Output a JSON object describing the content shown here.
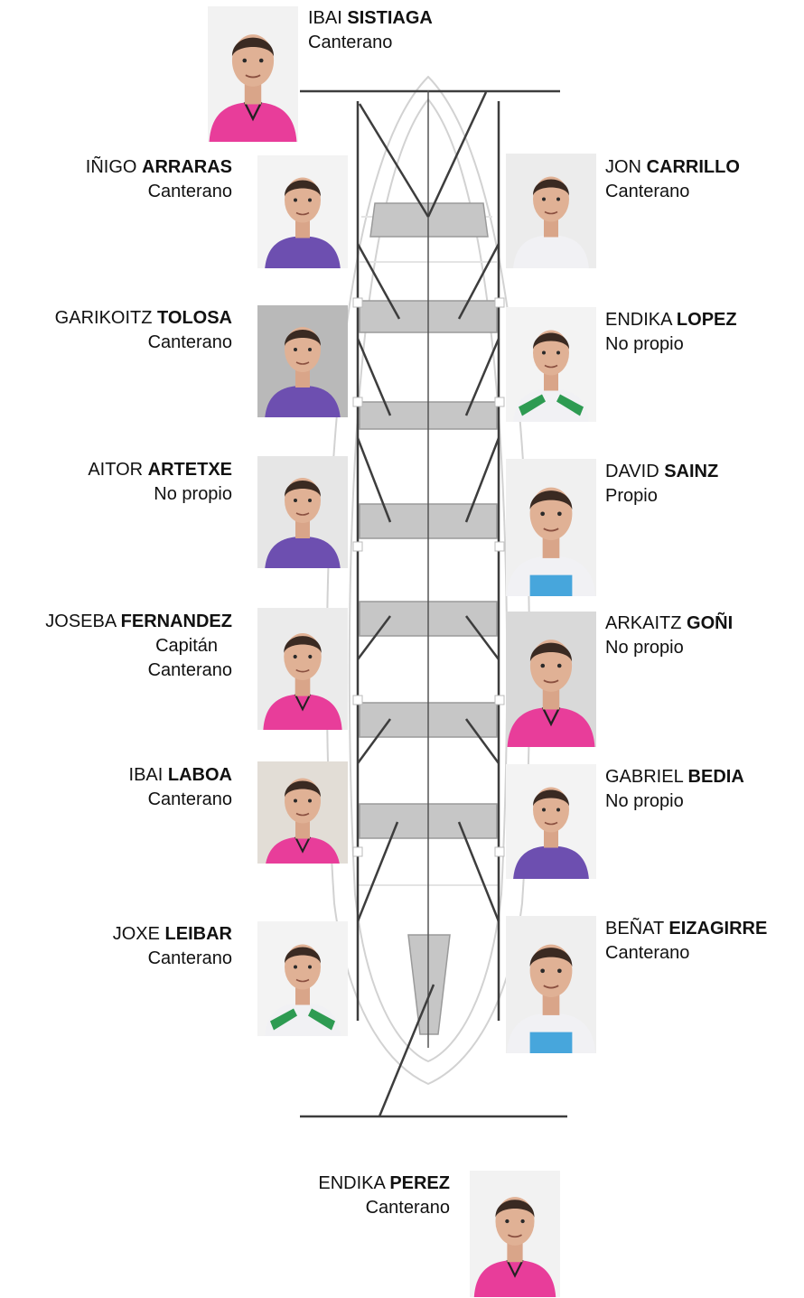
{
  "colors": {
    "jersey_pink": "#e83d9a",
    "jersey_purple": "#6d4fb0",
    "jersey_white": "#f1f1f4",
    "jersey_green": "#2e9b52",
    "jersey_blue": "#47a6dc",
    "seat_gray": "#bdbdbd",
    "rail_dark": "#3d3d3d"
  },
  "crew": {
    "patron": {
      "first": "IBAI",
      "last": "SISTIAGA",
      "lines": [
        "Canterano"
      ],
      "jersey": "pink",
      "photo_bg": "#f2f2f2"
    },
    "r1_left": {
      "first": "IÑIGO",
      "last": "ARRARAS",
      "lines": [
        "Canterano"
      ],
      "jersey": "purple",
      "photo_bg": "#f3f3f3"
    },
    "r1_right": {
      "first": "JON",
      "last": "CARRILLO",
      "lines": [
        "Canterano"
      ],
      "jersey": "white",
      "photo_bg": "#ececec"
    },
    "r2_left": {
      "first": "GARIKOITZ",
      "last": "TOLOSA",
      "lines": [
        "Canterano"
      ],
      "jersey": "purple",
      "photo_bg": "#b9b9b9"
    },
    "r2_right": {
      "first": "ENDIKA",
      "last": "LOPEZ",
      "lines": [
        "No propio"
      ],
      "jersey": "green",
      "photo_bg": "#f3f3f3"
    },
    "r3_left": {
      "first": "AITOR",
      "last": "ARTETXE",
      "lines": [
        "No propio"
      ],
      "jersey": "purple",
      "photo_bg": "#e6e6e6"
    },
    "r3_right": {
      "first": "DAVID",
      "last": "SAINZ",
      "lines": [
        "Propio"
      ],
      "jersey": "blue",
      "photo_bg": "#f0f0f0"
    },
    "r4_left": {
      "first": "JOSEBA",
      "last": "FERNANDEZ",
      "lines": [
        "Capitán",
        "Canterano"
      ],
      "jersey": "pink",
      "photo_bg": "#ebebeb"
    },
    "r4_right": {
      "first": "ARKAITZ",
      "last": "GOÑI",
      "lines": [
        "No propio"
      ],
      "jersey": "pink",
      "photo_bg": "#d9d9d9"
    },
    "r5_left": {
      "first": "IBAI",
      "last": "LABOA",
      "lines": [
        "Canterano"
      ],
      "jersey": "pink",
      "photo_bg": "#e2ddd6"
    },
    "r5_right": {
      "first": "GABRIEL",
      "last": "BEDIA",
      "lines": [
        "No propio"
      ],
      "jersey": "purple",
      "photo_bg": "#f3f3f3"
    },
    "r6_left": {
      "first": "JOXE",
      "last": "LEIBAR",
      "lines": [
        "Canterano"
      ],
      "jersey": "green",
      "photo_bg": "#f3f3f3"
    },
    "r6_right": {
      "first": "BEÑAT",
      "last": "EIZAGIRRE",
      "lines": [
        "Canterano"
      ],
      "jersey": "blue",
      "photo_bg": "#efefef"
    },
    "proel": {
      "first": "ENDIKA",
      "last": "PEREZ",
      "lines": [
        "Canterano"
      ],
      "jersey": "pink",
      "photo_bg": "#f2f2f2"
    }
  }
}
